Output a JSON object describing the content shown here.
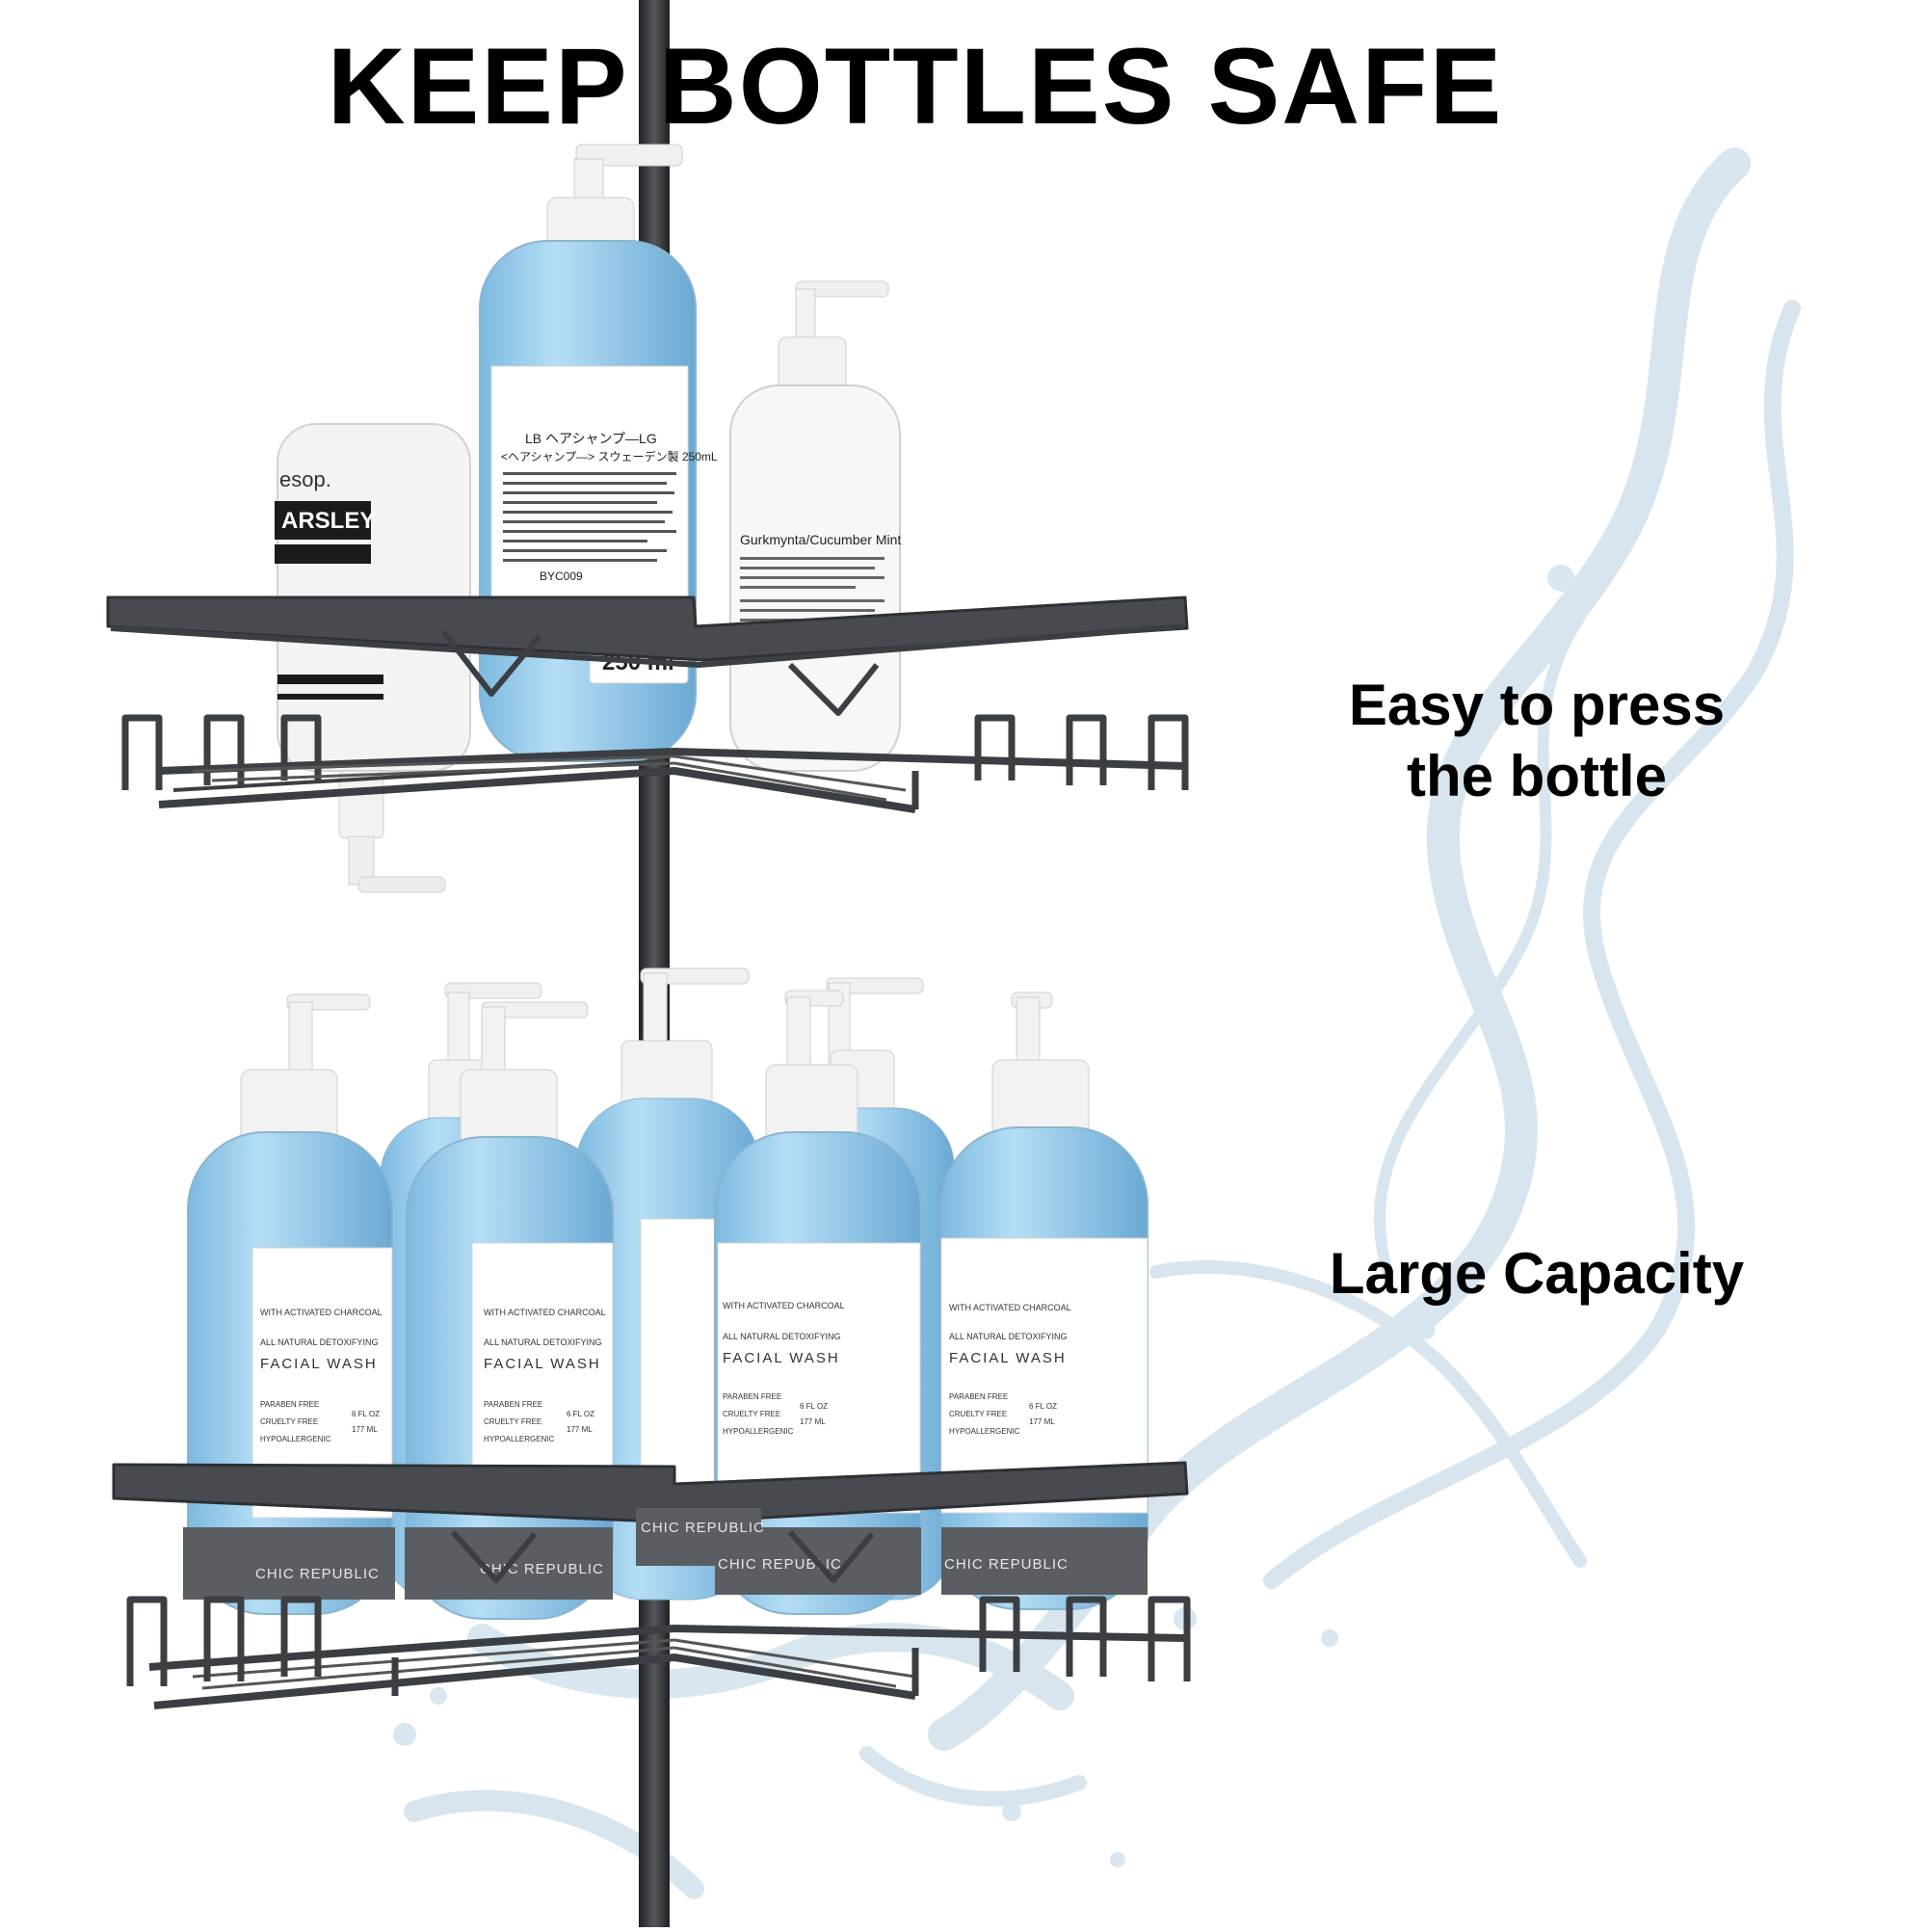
{
  "headline": "KEEP BOTTLES SAFE",
  "callouts": {
    "press": [
      "Easy to press",
      "the bottle"
    ],
    "capacity": "Large Capacity"
  },
  "top_shelf": {
    "left_bottle": {
      "brand_fragment": "esop.",
      "label_fragment": "ARSLEY"
    },
    "center_bottle": {
      "title": "LB ヘアシャンプ—LG",
      "subtitle": "<ヘアシャンプ—> スウェーデン製 250mL",
      "code": "BYC009",
      "volume": "250 ml"
    },
    "right_bottle": {
      "name": "Gurkmynta/Cucumber Mint"
    }
  },
  "bottom_shelf": {
    "label": {
      "line1": "WITH ACTIVATED CHARCOAL",
      "line2": "ALL NATURAL DETOXIFYING",
      "product": "FACIAL WASH",
      "claims": [
        "PARABEN FREE",
        "CRUELTY FREE",
        "HYPOALLERGENIC"
      ],
      "size_oz": "6 FL OZ",
      "size_ml": "177 ML",
      "brand": "CHIC REPUBLIC"
    }
  },
  "colors": {
    "rack": "#3b3e42",
    "pole": "#3a3c40",
    "liquid": "#9fd0ee",
    "liquid_dark": "#6fb0d8",
    "text": "#000000"
  }
}
